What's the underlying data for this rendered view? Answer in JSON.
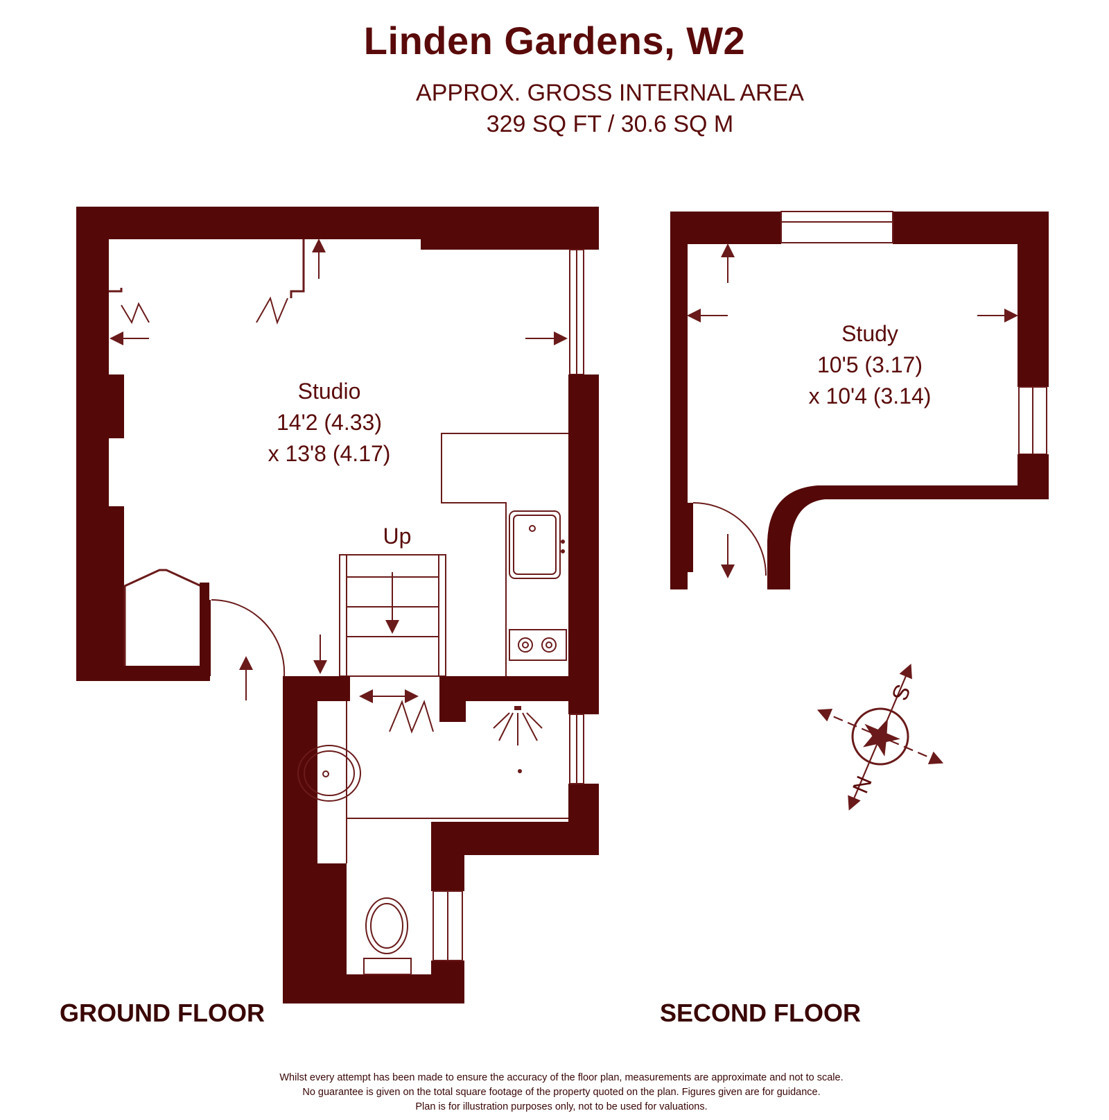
{
  "header": {
    "title": "Linden Gardens, W2",
    "area_label": "APPROX. GROSS INTERNAL AREA",
    "area_value": "329 SQ FT / 30.6 SQ M"
  },
  "floors": {
    "ground": {
      "label": "GROUND FLOOR",
      "room_name": "Studio",
      "dim1": "14'2 (4.33)",
      "dim2": "x 13'8 (4.17)",
      "stairs_label": "Up"
    },
    "second": {
      "label": "SECOND FLOOR",
      "room_name": "Study",
      "dim1": "10'5 (3.17)",
      "dim2": "x 10'4 (3.14)"
    }
  },
  "compass": {
    "north": "N",
    "south": "S"
  },
  "colors": {
    "wall": "#550808",
    "text": "#5a0a0a"
  },
  "disclaimer": {
    "line1": "Whilst every attempt has been made to ensure the accuracy of the floor plan, measurements are approximate and not to scale.",
    "line2": "No guarantee is given on the total square footage of the property quoted on the plan. Figures given are for guidance.",
    "line3": "Plan is for illustration purposes only, not to be used for valuations."
  }
}
